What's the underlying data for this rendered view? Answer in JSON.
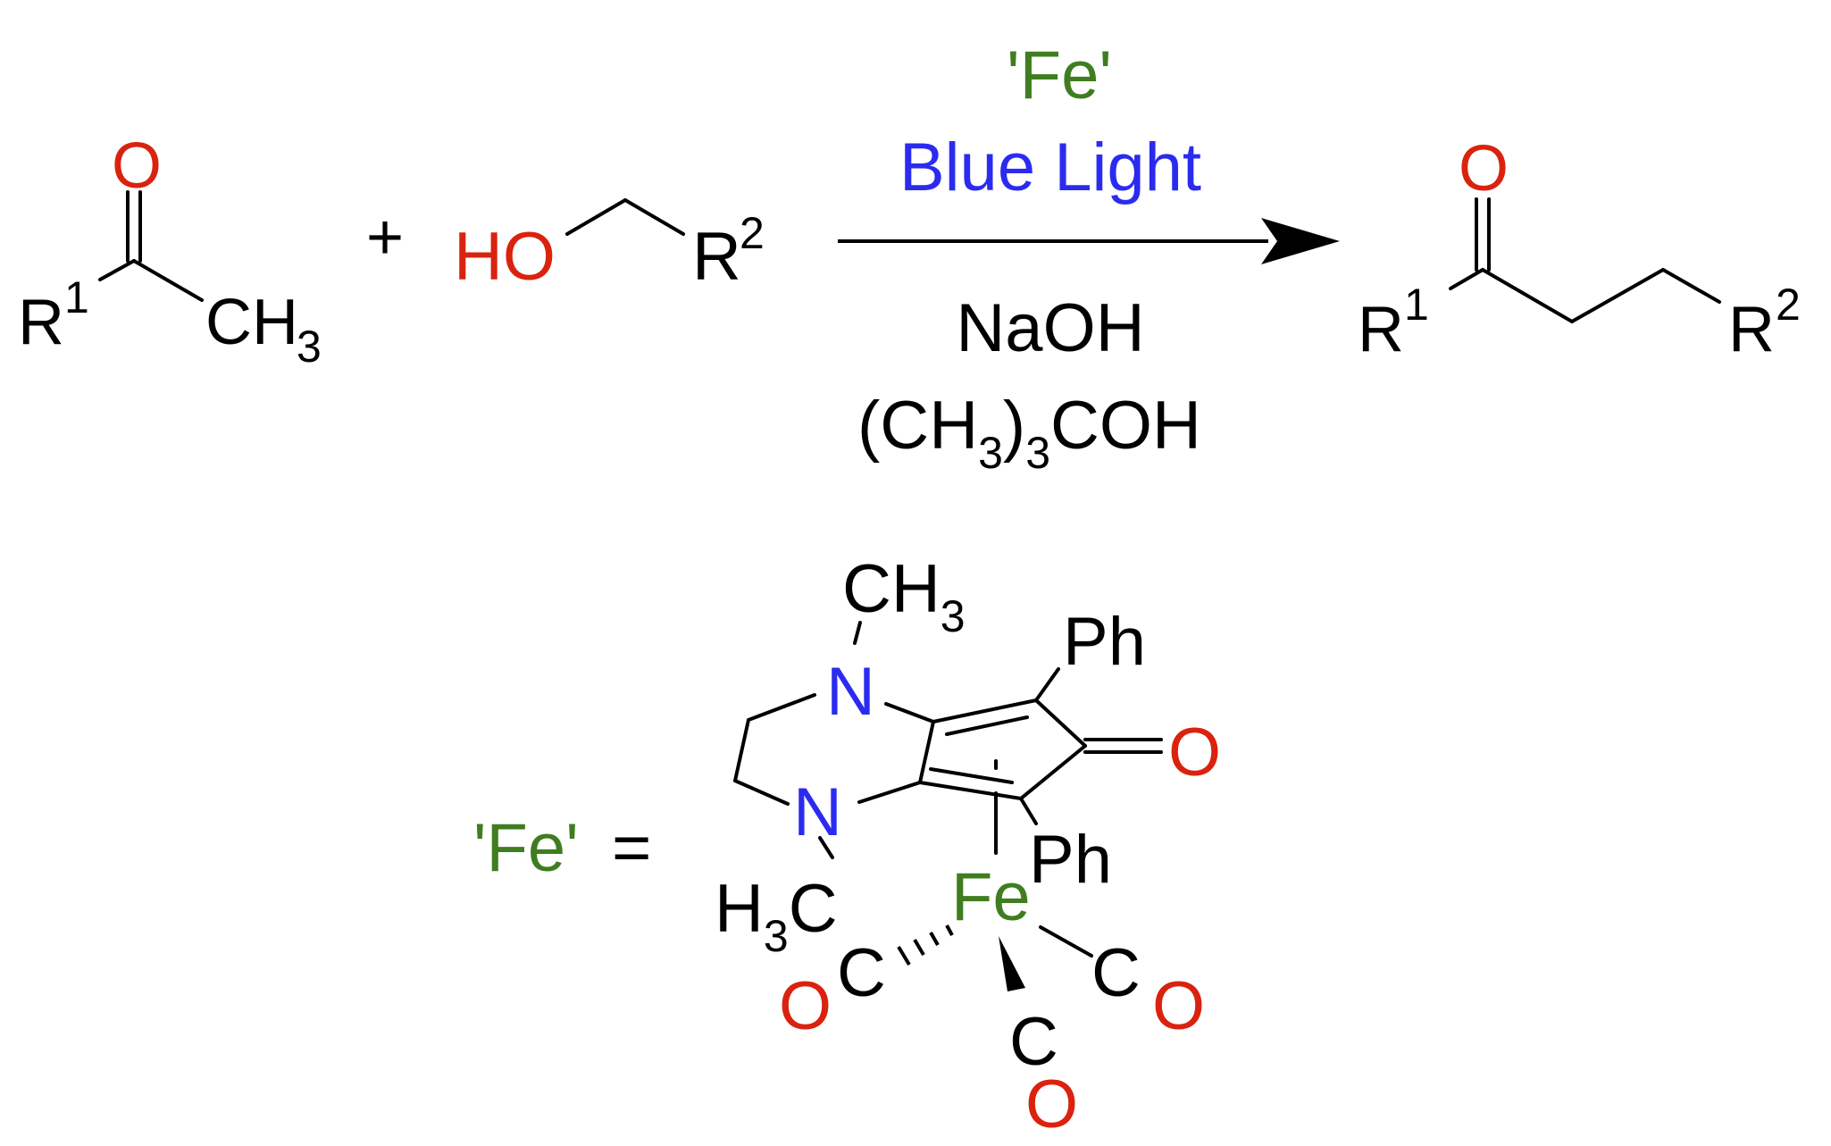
{
  "colors": {
    "oxygen": "#d9230f",
    "nitrogen": "#2b2bf0",
    "iron": "#3f7d20",
    "light": "#2b2bf0",
    "default": "#000000"
  },
  "reactant_ketone": {
    "oxygen": "O",
    "r_group": "R",
    "r_index": "1",
    "methyl": "CH",
    "methyl_index": "3"
  },
  "plus_sign": "+",
  "reactant_alcohol": {
    "hydroxyl": "HO",
    "r_group": "R",
    "r_index": "2"
  },
  "conditions": {
    "catalyst": "'Fe'",
    "light": "Blue Light",
    "base": "NaOH",
    "solvent_open": "(CH",
    "solvent_index_1": "3",
    "solvent_close": ")",
    "solvent_index_2": "3",
    "solvent_tail": "COH"
  },
  "product": {
    "oxygen": "O",
    "r1": "R",
    "r1_index": "1",
    "r2": "R",
    "r2_index": "2"
  },
  "catalyst_definition": {
    "label": "'Fe'",
    "equals": "=",
    "n_top": "N",
    "n_bottom": "N",
    "methyl_top": "CH",
    "methyl_top_index": "3",
    "methyl_bottom_h": "H",
    "methyl_bottom_index": "3",
    "methyl_bottom_c": "C",
    "phenyl_top": "Ph",
    "phenyl_bottom": "Ph",
    "ketone_oxygen": "O",
    "iron": "Fe",
    "co_left_c": "C",
    "co_left_o": "O",
    "co_right_c": "C",
    "co_right_o": "O",
    "co_bottom_c": "C",
    "co_bottom_o": "O"
  }
}
